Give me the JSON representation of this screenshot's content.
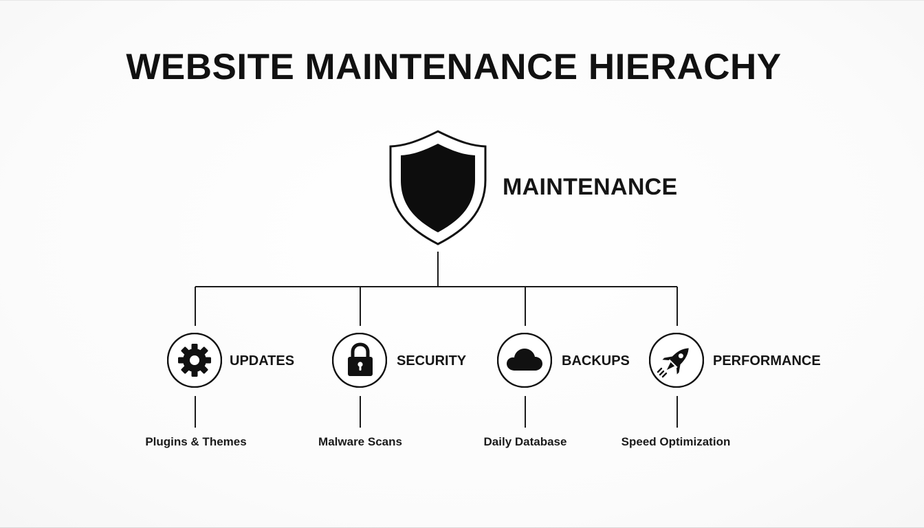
{
  "title": "WEBSITE MAINTENANCE HIERACHY",
  "root": {
    "label": "MAINTENANCE",
    "icon": "shield-icon"
  },
  "branches": [
    {
      "label": "UPDATES",
      "icon": "gear-icon",
      "detail": "Plugins & Themes"
    },
    {
      "label": "SECURITY",
      "icon": "lock-icon",
      "detail": "Malware Scans"
    },
    {
      "label": "BACKUPS",
      "icon": "cloud-icon",
      "detail": "Daily Database"
    },
    {
      "label": "PERFORMANCE",
      "icon": "rocket-icon",
      "detail": "Speed Optimization"
    }
  ],
  "colors": {
    "ink": "#111111",
    "background": "#ffffff"
  }
}
